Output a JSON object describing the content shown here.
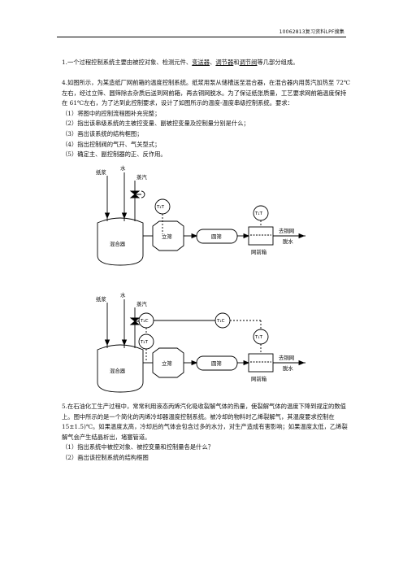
{
  "header": {
    "text": "10062813复习资料LPF搜集"
  },
  "q1": {
    "prefix": "1.一个过程控制系统主要由被控对象、检测元件、",
    "term1": "变送器",
    "sep": "、",
    "term2": "调节器",
    "mid": "和",
    "term3": "调节阀",
    "suffix": "等几部分组成。"
  },
  "q4": {
    "intro": "4.如图所示，为某造纸厂网前箱的温度控制系统。纸浆用泵从储槽送至混合器，在混合器内用蒸汽加热至 72℃左右，经过立筛、圆筛除去杂质后送到网前箱，再去铜网脱水。为了保证纸张质量，工艺要求网前箱温度保持在 61℃左右，为了达到此控制要求，设计了如图所示的温度-温度串级控制系统。要求：",
    "items": [
      "（1）将图中的控制流程图补充完整；",
      "（2）指出该串级系统的主被控变量、副被控变量及控制量分别是什么；",
      "（3）画出该系统的结构框图；",
      "（4）指出控制阀的气开、气关型式；",
      "（5）确定主、副控制器的正、反作用。"
    ]
  },
  "fig1": {
    "label_pulp": "纸浆",
    "label_water": "水",
    "label_steam": "蒸汽",
    "label_t2t": "T₂T",
    "label_t1t": "T₁T",
    "label_mixer": "混合器",
    "label_vscreen": "立筛",
    "label_rscreen": "圆筛",
    "label_headbox": "网前箱",
    "label_out1": "去铜网",
    "label_out2": "脱水"
  },
  "fig2": {
    "label_pulp": "纸浆",
    "label_water": "水",
    "label_steam": "蒸汽",
    "label_t2c": "T₂C",
    "label_t1c": "T₁C",
    "label_t2t": "T₂T",
    "label_t1t": "T₁T",
    "label_mixer": "混合器",
    "label_vscreen": "立筛",
    "label_rscreen": "圆筛",
    "label_headbox": "网前箱",
    "label_out1": "去铜网",
    "label_out2": "脱水"
  },
  "q5": {
    "intro": "5.在石油化工生产过程中，常常利用液态丙烯汽化吸收裂解气体的热量，使裂解气体的温度下降到规定的数值上。图中所示的是一个简化的丙烯冷却器温度控制系统。被冷却的物料时乙烯裂解气，其温度要求控制在 15±1.5)℃。如果温度太高，冷却后的气体会包含过多的水分，对生产造成有害影响；如果温度太低，乙烯裂解气会产生结晶析出，堵塞管道。",
    "items": [
      "（1）指出系统中被控对象、被控变量和控制量各是什么？",
      "（2）画出该控制系统的结构框图"
    ]
  }
}
